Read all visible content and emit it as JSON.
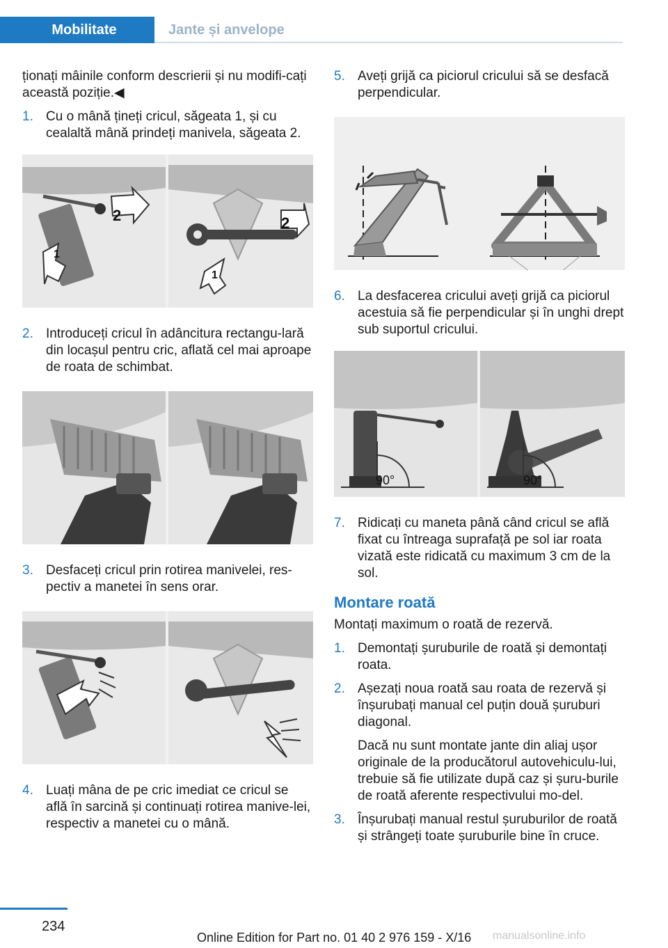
{
  "header": {
    "section": "Mobilitate",
    "subsection": "Jante și anvelope"
  },
  "left": {
    "intro": "ționați mâinile conform descrierii și nu modifi-cați această poziție.◀",
    "steps": [
      {
        "num": "1.",
        "text": "Cu o mână țineți cricul, săgeata 1, și cu cealaltă mână prindeți manivela, săgeata 2."
      },
      {
        "num": "2.",
        "text": "Introduceți cricul în adâncitura rectangu-lară din locașul pentru cric, aflată cel mai aproape de roata de schimbat."
      },
      {
        "num": "3.",
        "text": "Desfaceți cricul prin rotirea manivelei, res-pectiv a manetei în sens orar."
      },
      {
        "num": "4.",
        "text": "Luați mâna de pe cric imediat ce cricul se află în sarcină și continuați rotirea manive-lei, respectiv a manetei cu o mână."
      }
    ],
    "fig1_labels": [
      "2",
      "1",
      "2",
      "1"
    ]
  },
  "right": {
    "steps": [
      {
        "num": "5.",
        "text": "Aveți grijă ca piciorul cricului să se desfacă perpendicular."
      },
      {
        "num": "6.",
        "text": "La desfacerea cricului aveți grijă ca piciorul acestuia să fie perpendicular și în unghi drept sub suportul cricului."
      },
      {
        "num": "7.",
        "text": "Ridicați cu maneta până când cricul se află fixat cu întreaga suprafață pe sol iar roata vizată este ridicată cu maximum 3 cm de la sol."
      }
    ],
    "angle_labels": [
      "90°",
      "90°"
    ],
    "section_title": "Montare roată",
    "section_intro": "Montați maximum o roată de rezervă.",
    "mount_steps": [
      {
        "num": "1.",
        "text": "Demontați șuruburile de roată și demontați roata."
      },
      {
        "num": "2.",
        "text": "Așezați noua roată sau roata de rezervă și înșurubați manual cel puțin două șuruburi diagonal.",
        "extra": "Dacă nu sunt montate jante din aliaj ușor originale de la producătorul autovehiculu-lui, trebuie să fie utilizate după caz și șuru-burile de roată aferente respectivului mo-del."
      },
      {
        "num": "3.",
        "text": "Înșurubați manual restul șuruburilor de roată și strângeți toate șuruburile bine în cruce."
      }
    ]
  },
  "footer": {
    "page_number": "234",
    "edition": "Online Edition for Part no. 01 40 2 976 159 - X/16",
    "watermark": "manualsonline.info"
  }
}
